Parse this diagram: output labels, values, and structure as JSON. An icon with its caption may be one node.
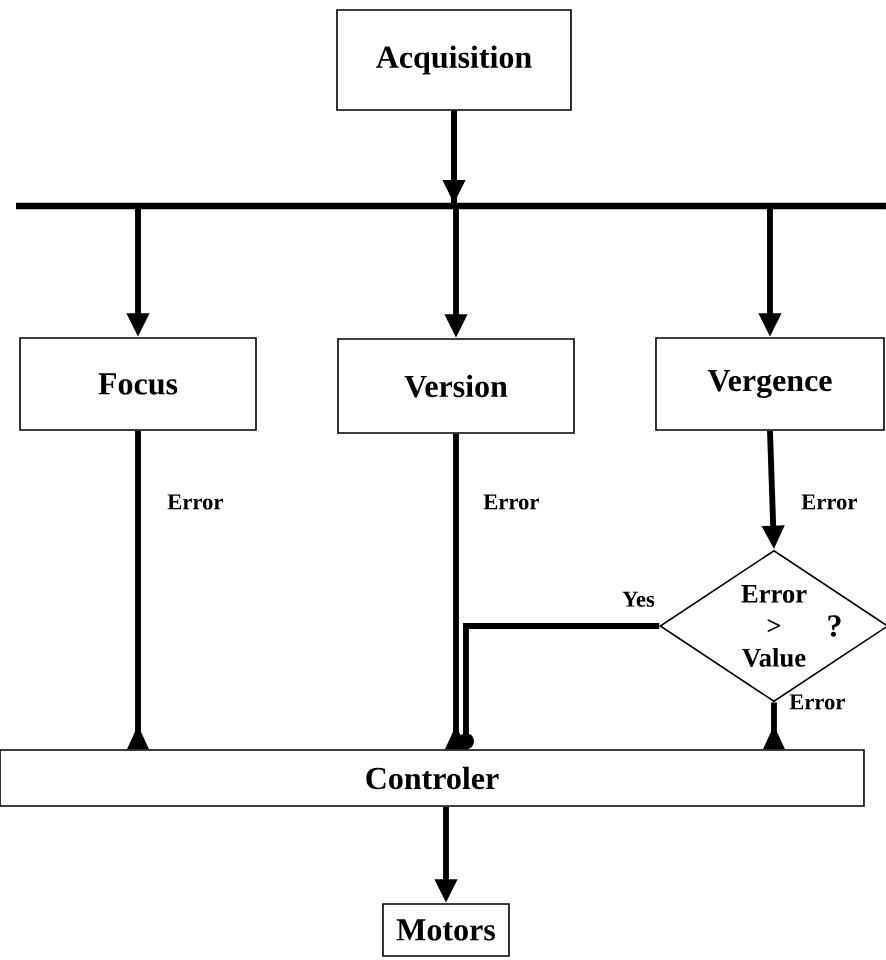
{
  "diagram": {
    "nodes": [
      {
        "text": [
          "Acquisition"
        ]
      },
      {
        "text": [
          "Focus"
        ]
      },
      {
        "text": [
          "Version"
        ]
      },
      {
        "text": [
          "Vergence"
        ]
      },
      {
        "text": [
          "Error > Value",
          "?"
        ]
      },
      {
        "text": [
          "Controler"
        ]
      },
      {
        "text": [
          "Motors"
        ]
      }
    ],
    "edges": [
      {
        "from": 0,
        "to": 1,
        "arrow": "to"
      },
      {
        "from": 0,
        "to": 2,
        "arrow": "to"
      },
      {
        "from": 0,
        "to": 3,
        "arrow": "to"
      },
      {
        "from": 1,
        "to": 5,
        "label": "Error",
        "arrow": "other"
      },
      {
        "from": 2,
        "to": 5,
        "label": "Error",
        "arrow": "other"
      },
      {
        "from": 3,
        "to": 4,
        "label": "Error",
        "arrow": "to"
      },
      {
        "from": 4,
        "to": 5,
        "label": "Yes",
        "arrow": "other"
      },
      {
        "from": 4,
        "to": 5,
        "label": "Error",
        "arrow": "other"
      },
      {
        "from": 5,
        "to": 6,
        "arrow": "to"
      }
    ]
  }
}
